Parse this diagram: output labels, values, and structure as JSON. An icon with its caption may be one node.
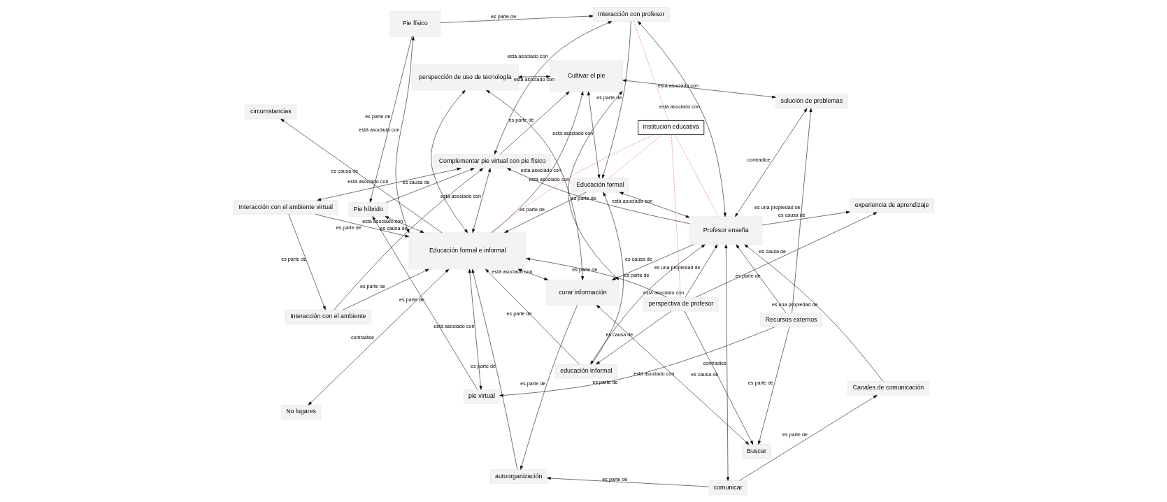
{
  "diagram": {
    "nodes": [
      {
        "text": [
          "No lugares"
        ]
      },
      {
        "text": [
          "Educación formal e informal"
        ]
      },
      {
        "text": [
          "pie virtual"
        ]
      },
      {
        "text": [
          "Pie híbrido"
        ]
      },
      {
        "text": [
          "Interacción con el ambiente"
        ]
      },
      {
        "text": [
          "Interacción con el ambiente virtual"
        ]
      },
      {
        "text": [
          "Complementar pie virtual con pie físico"
        ]
      },
      {
        "text": [
          "Pie físico"
        ]
      },
      {
        "text": [
          "autoorganización"
        ]
      },
      {
        "text": [
          "comunicar"
        ]
      },
      {
        "text": [
          "Canales de comunicación"
        ]
      },
      {
        "text": [
          "curar información"
        ]
      },
      {
        "text": [
          "Profesor enseña"
        ]
      },
      {
        "text": [
          "perspección de uso de tecnología"
        ]
      },
      {
        "text": [
          "solución de problemas"
        ]
      },
      {
        "text": [
          "Recursos externos"
        ]
      },
      {
        "text": [
          "Buscar"
        ]
      },
      {
        "text": [
          "Cultivar el pie"
        ]
      },
      {
        "text": [
          "perspectiva de profesor"
        ]
      },
      {
        "text": [
          "experiencia de aprendizaje"
        ]
      },
      {
        "text": [
          "educación informal"
        ]
      },
      {
        "text": [
          "Educación formal"
        ]
      },
      {
        "text": [
          "Institución educativa"
        ]
      },
      {
        "text": [
          "Interacción con profesor"
        ]
      },
      {
        "text": [
          "circumstancias"
        ]
      }
    ],
    "edges": [
      {
        "from": 0,
        "to": 1,
        "arrow": "both",
        "label": "contradice"
      },
      {
        "from": 2,
        "to": 1,
        "arrow": "both",
        "label": "está asociado con"
      },
      {
        "from": 1,
        "to": 3,
        "arrow": "both",
        "label": "está asociado con"
      },
      {
        "from": 2,
        "to": 3,
        "arrow": "to",
        "label": "es parte de"
      },
      {
        "from": 7,
        "to": 3,
        "arrow": "to",
        "label": "es parte de"
      },
      {
        "from": 15,
        "to": 2,
        "arrow": "to",
        "label": "es parte de"
      },
      {
        "from": 1,
        "to": 7,
        "arrow": "both",
        "label": "está asociado con"
      },
      {
        "from": 1,
        "to": 6,
        "arrow": "both",
        "label": "está asociado con"
      },
      {
        "from": 3,
        "to": 6,
        "arrow": "to",
        "label": "es causa de"
      },
      {
        "from": 4,
        "to": 6,
        "arrow": "to",
        "label": "es causa de"
      },
      {
        "from": 4,
        "to": 1,
        "arrow": "to",
        "label": "es parte de"
      },
      {
        "from": 5,
        "to": 4,
        "arrow": "to",
        "label": "es parte de"
      },
      {
        "from": 5,
        "to": 1,
        "arrow": "to",
        "label": "es parte de"
      },
      {
        "from": 5,
        "to": 6,
        "arrow": "both",
        "label": "está asociado con"
      },
      {
        "from": 6,
        "to": 17,
        "arrow": "to",
        "label": "es parte de"
      },
      {
        "from": 8,
        "to": 1,
        "arrow": "to",
        "label": "es parte de"
      },
      {
        "from": 9,
        "to": 8,
        "arrow": "to",
        "label": "es parte de"
      },
      {
        "from": 11,
        "to": 8,
        "arrow": "to",
        "label": "es parte de"
      },
      {
        "from": 1,
        "to": 11,
        "arrow": "both",
        "label": "está asociado con"
      },
      {
        "from": 12,
        "to": 11,
        "arrow": "to",
        "label": "es causa de"
      },
      {
        "from": 14,
        "to": 12,
        "arrow": "both",
        "label": "contradice"
      },
      {
        "from": 15,
        "to": 12,
        "arrow": "to",
        "label": "es parte de"
      },
      {
        "from": 9,
        "to": 12,
        "arrow": "both",
        "label": "contradice"
      },
      {
        "from": 9,
        "to": 10,
        "arrow": "to",
        "label": "es parte de"
      },
      {
        "from": 10,
        "to": 12,
        "arrow": "to",
        "label": "es una propiedad de"
      },
      {
        "from": 12,
        "to": 6,
        "arrow": "to",
        "label": "es parte de"
      },
      {
        "from": 13,
        "to": 11,
        "arrow": "both",
        "label": "está asociado con"
      },
      {
        "from": 1,
        "to": 13,
        "arrow": "both"
      },
      {
        "from": 17,
        "to": 13,
        "arrow": "both",
        "label": "está asociado con"
      },
      {
        "from": 1,
        "to": 17,
        "arrow": "to"
      },
      {
        "from": 17,
        "to": 11,
        "arrow": "both",
        "label": "está asociado con"
      },
      {
        "from": 17,
        "to": 14,
        "arrow": "both",
        "label": "está asociado con"
      },
      {
        "from": 11,
        "to": 16,
        "arrow": "both",
        "label": "está asociado con"
      },
      {
        "from": 15,
        "to": 14,
        "arrow": "to",
        "label": "es una propiedad de"
      },
      {
        "from": 15,
        "to": 16,
        "arrow": "to",
        "label": "es parte de"
      },
      {
        "from": 18,
        "to": 16,
        "arrow": "to",
        "label": "es causa de"
      },
      {
        "from": 18,
        "to": 1,
        "arrow": "to",
        "label": "es parte de"
      },
      {
        "from": 18,
        "to": 20,
        "arrow": "to",
        "label": "es causa de"
      },
      {
        "from": 18,
        "to": 12,
        "arrow": "to",
        "label": "es una propiedad de"
      },
      {
        "from": 18,
        "to": 19,
        "arrow": "to",
        "label": "es causa de"
      },
      {
        "from": 12,
        "to": 19,
        "arrow": "to",
        "label": "es causa de"
      },
      {
        "from": 20,
        "to": 1,
        "arrow": "to",
        "label": "es parte de"
      },
      {
        "from": 20,
        "to": 12,
        "arrow": "both",
        "label": "está asociado con"
      },
      {
        "from": 20,
        "to": 21,
        "arrow": "to",
        "label": "es parte de"
      },
      {
        "from": 17,
        "to": 21,
        "arrow": "both",
        "label": "está asociado con"
      },
      {
        "from": 21,
        "to": 12,
        "arrow": "both",
        "label": "está asociado con"
      },
      {
        "from": 21,
        "to": 1,
        "arrow": "to",
        "label": "es parte de"
      },
      {
        "from": 23,
        "to": 21,
        "arrow": "to",
        "label": "es parte de"
      },
      {
        "from": 12,
        "to": 23,
        "arrow": "both",
        "label": "está asociado con"
      },
      {
        "from": 6,
        "to": 23,
        "arrow": "both",
        "label": "está asociado con"
      },
      {
        "from": 7,
        "to": 23,
        "arrow": "to",
        "label": "es parte de"
      },
      {
        "from": 1,
        "to": 24,
        "arrow": "to",
        "label": "es causa de"
      },
      {
        "from": 22,
        "to": 1,
        "arrow": "none",
        "style": "dashed",
        "color": "#e06666"
      },
      {
        "from": 22,
        "to": 21,
        "arrow": "none",
        "style": "dashed",
        "color": "#e06666"
      },
      {
        "from": 22,
        "to": 18,
        "arrow": "none",
        "style": "dashed",
        "color": "#e06666"
      },
      {
        "from": 22,
        "to": 23,
        "arrow": "none",
        "style": "dashed",
        "color": "#e06666"
      },
      {
        "from": 22,
        "to": 12,
        "arrow": "none",
        "style": "dashed",
        "color": "#e06666"
      }
    ]
  }
}
